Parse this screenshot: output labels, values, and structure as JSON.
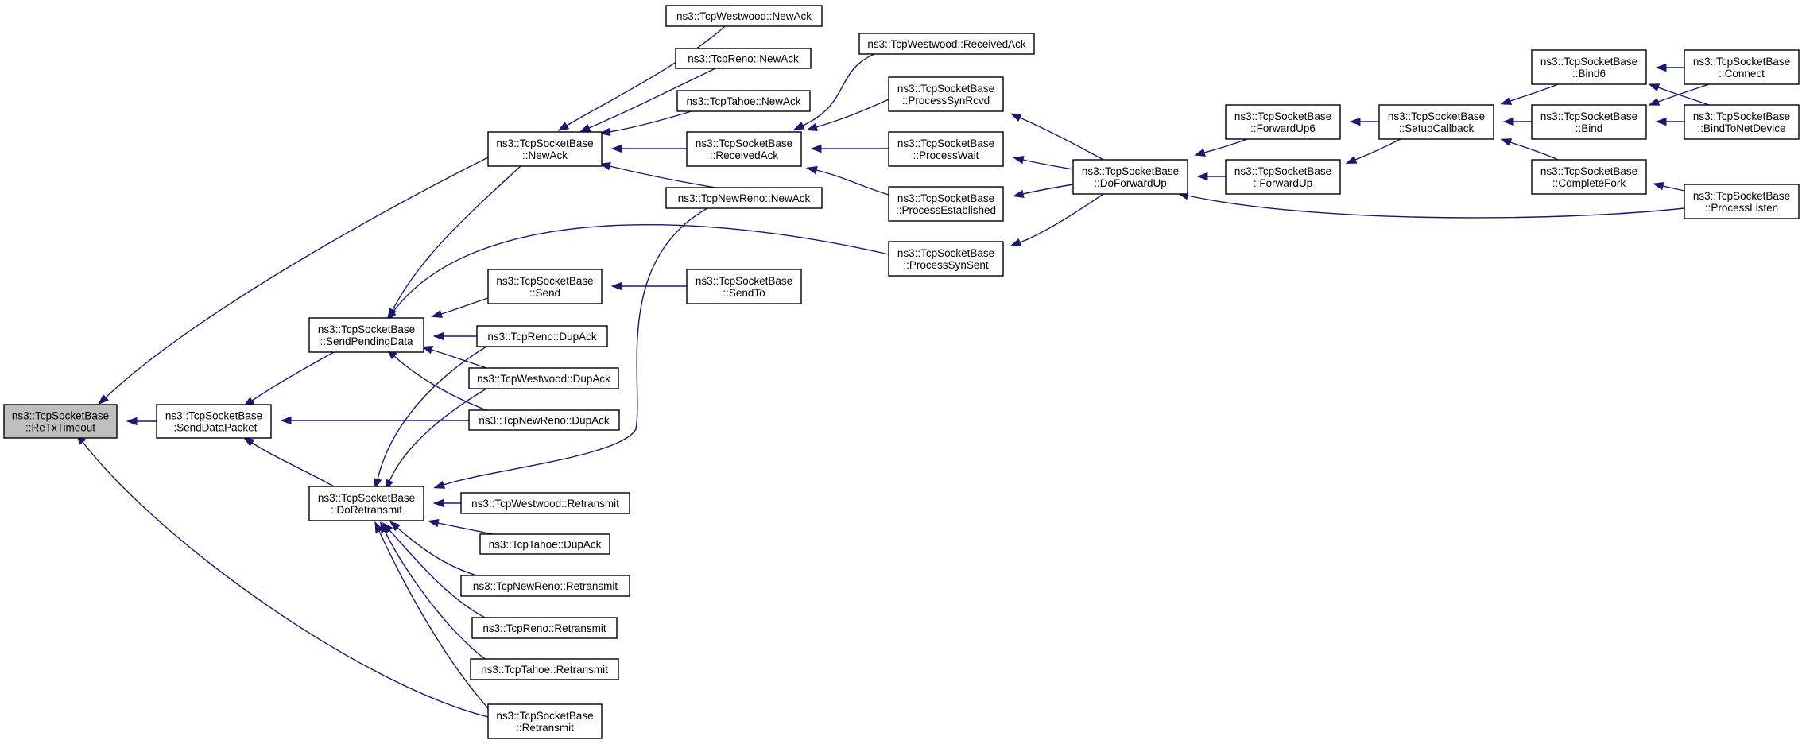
{
  "graph": {
    "title": "",
    "nodes": [
      {
        "id": "retx",
        "lines": [
          "ns3::TcpSocketBase",
          "::ReTxTimeout"
        ],
        "root": true
      },
      {
        "id": "senddata",
        "lines": [
          "ns3::TcpSocketBase",
          "::SendDataPacket"
        ]
      },
      {
        "id": "sendpending",
        "lines": [
          "ns3::TcpSocketBase",
          "::SendPendingData"
        ]
      },
      {
        "id": "doretx",
        "lines": [
          "ns3::TcpSocketBase",
          "::DoRetransmit"
        ]
      },
      {
        "id": "newack",
        "lines": [
          "ns3::TcpSocketBase",
          "::NewAck"
        ]
      },
      {
        "id": "wnewack",
        "lines": [
          "ns3::TcpWestwood::NewAck"
        ]
      },
      {
        "id": "rnewack",
        "lines": [
          "ns3::TcpReno::NewAck"
        ]
      },
      {
        "id": "tnewack",
        "lines": [
          "ns3::TcpTahoe::NewAck"
        ]
      },
      {
        "id": "recvack",
        "lines": [
          "ns3::TcpSocketBase",
          "::ReceivedAck"
        ]
      },
      {
        "id": "nrnewack",
        "lines": [
          "ns3::TcpNewReno::NewAck"
        ]
      },
      {
        "id": "wrecvack",
        "lines": [
          "ns3::TcpWestwood::ReceivedAck"
        ]
      },
      {
        "id": "send",
        "lines": [
          "ns3::TcpSocketBase",
          "::Send"
        ]
      },
      {
        "id": "sendto",
        "lines": [
          "ns3::TcpSocketBase",
          "::SendTo"
        ]
      },
      {
        "id": "rdupack",
        "lines": [
          "ns3::TcpReno::DupAck"
        ]
      },
      {
        "id": "wdupack",
        "lines": [
          "ns3::TcpWestwood::DupAck"
        ]
      },
      {
        "id": "nrdupack",
        "lines": [
          "ns3::TcpNewReno::DupAck"
        ]
      },
      {
        "id": "wretx",
        "lines": [
          "ns3::TcpWestwood::Retransmit"
        ]
      },
      {
        "id": "tdupack",
        "lines": [
          "ns3::TcpTahoe::DupAck"
        ]
      },
      {
        "id": "nrretx",
        "lines": [
          "ns3::TcpNewReno::Retransmit"
        ]
      },
      {
        "id": "rretx",
        "lines": [
          "ns3::TcpReno::Retransmit"
        ]
      },
      {
        "id": "tretx",
        "lines": [
          "ns3::TcpTahoe::Retransmit"
        ]
      },
      {
        "id": "retransmit",
        "lines": [
          "ns3::TcpSocketBase",
          "::Retransmit"
        ]
      },
      {
        "id": "synrcvd",
        "lines": [
          "ns3::TcpSocketBase",
          "::ProcessSynRcvd"
        ]
      },
      {
        "id": "pwait",
        "lines": [
          "ns3::TcpSocketBase",
          "::ProcessWait"
        ]
      },
      {
        "id": "established",
        "lines": [
          "ns3::TcpSocketBase",
          "::ProcessEstablished"
        ]
      },
      {
        "id": "synsent",
        "lines": [
          "ns3::TcpSocketBase",
          "::ProcessSynSent"
        ]
      },
      {
        "id": "doforward",
        "lines": [
          "ns3::TcpSocketBase",
          "::DoForwardUp"
        ]
      },
      {
        "id": "fwd6",
        "lines": [
          "ns3::TcpSocketBase",
          "::ForwardUp6"
        ]
      },
      {
        "id": "fwd",
        "lines": [
          "ns3::TcpSocketBase",
          "::ForwardUp"
        ]
      },
      {
        "id": "setupcb",
        "lines": [
          "ns3::TcpSocketBase",
          "::SetupCallback"
        ]
      },
      {
        "id": "bind6",
        "lines": [
          "ns3::TcpSocketBase",
          "::Bind6"
        ]
      },
      {
        "id": "bind",
        "lines": [
          "ns3::TcpSocketBase",
          "::Bind"
        ]
      },
      {
        "id": "completefork",
        "lines": [
          "ns3::TcpSocketBase",
          "::CompleteFork"
        ]
      },
      {
        "id": "connect",
        "lines": [
          "ns3::TcpSocketBase",
          "::Connect"
        ]
      },
      {
        "id": "bindnet",
        "lines": [
          "ns3::TcpSocketBase",
          "::BindToNetDevice"
        ]
      },
      {
        "id": "plisten",
        "lines": [
          "ns3::TcpSocketBase",
          "::ProcessListen"
        ]
      }
    ],
    "edges": [
      {
        "from": "senddata",
        "to": "retx"
      },
      {
        "from": "newack",
        "to": "retx"
      },
      {
        "from": "retransmit",
        "to": "retx"
      },
      {
        "from": "sendpending",
        "to": "senddata"
      },
      {
        "from": "doretx",
        "to": "senddata"
      },
      {
        "from": "nrdupack",
        "to": "senddata"
      },
      {
        "from": "newack",
        "to": "sendpending"
      },
      {
        "from": "send",
        "to": "sendpending"
      },
      {
        "from": "rdupack",
        "to": "sendpending"
      },
      {
        "from": "wdupack",
        "to": "sendpending"
      },
      {
        "from": "nrdupack",
        "to": "sendpending"
      },
      {
        "from": "synsent",
        "to": "sendpending"
      },
      {
        "from": "rdupack",
        "to": "doretx"
      },
      {
        "from": "wdupack",
        "to": "doretx"
      },
      {
        "from": "nrnewack",
        "to": "doretx"
      },
      {
        "from": "wretx",
        "to": "doretx"
      },
      {
        "from": "tdupack",
        "to": "doretx"
      },
      {
        "from": "nrretx",
        "to": "doretx"
      },
      {
        "from": "rretx",
        "to": "doretx"
      },
      {
        "from": "tretx",
        "to": "doretx"
      },
      {
        "from": "retransmit",
        "to": "doretx"
      },
      {
        "from": "wnewack",
        "to": "newack"
      },
      {
        "from": "rnewack",
        "to": "newack"
      },
      {
        "from": "tnewack",
        "to": "newack"
      },
      {
        "from": "recvack",
        "to": "newack"
      },
      {
        "from": "nrnewack",
        "to": "newack"
      },
      {
        "from": "wrecvack",
        "to": "recvack"
      },
      {
        "from": "synrcvd",
        "to": "recvack"
      },
      {
        "from": "pwait",
        "to": "recvack"
      },
      {
        "from": "established",
        "to": "recvack"
      },
      {
        "from": "sendto",
        "to": "send"
      },
      {
        "from": "doforward",
        "to": "synrcvd"
      },
      {
        "from": "doforward",
        "to": "pwait"
      },
      {
        "from": "doforward",
        "to": "established"
      },
      {
        "from": "doforward",
        "to": "synsent"
      },
      {
        "from": "fwd6",
        "to": "doforward"
      },
      {
        "from": "fwd",
        "to": "doforward"
      },
      {
        "from": "plisten",
        "to": "doforward"
      },
      {
        "from": "setupcb",
        "to": "fwd6"
      },
      {
        "from": "setupcb",
        "to": "fwd"
      },
      {
        "from": "bind6",
        "to": "setupcb"
      },
      {
        "from": "bind",
        "to": "setupcb"
      },
      {
        "from": "completefork",
        "to": "setupcb"
      },
      {
        "from": "connect",
        "to": "bind6"
      },
      {
        "from": "bindnet",
        "to": "bind6"
      },
      {
        "from": "connect",
        "to": "bind"
      },
      {
        "from": "bindnet",
        "to": "bind"
      },
      {
        "from": "plisten",
        "to": "completefork"
      }
    ]
  }
}
